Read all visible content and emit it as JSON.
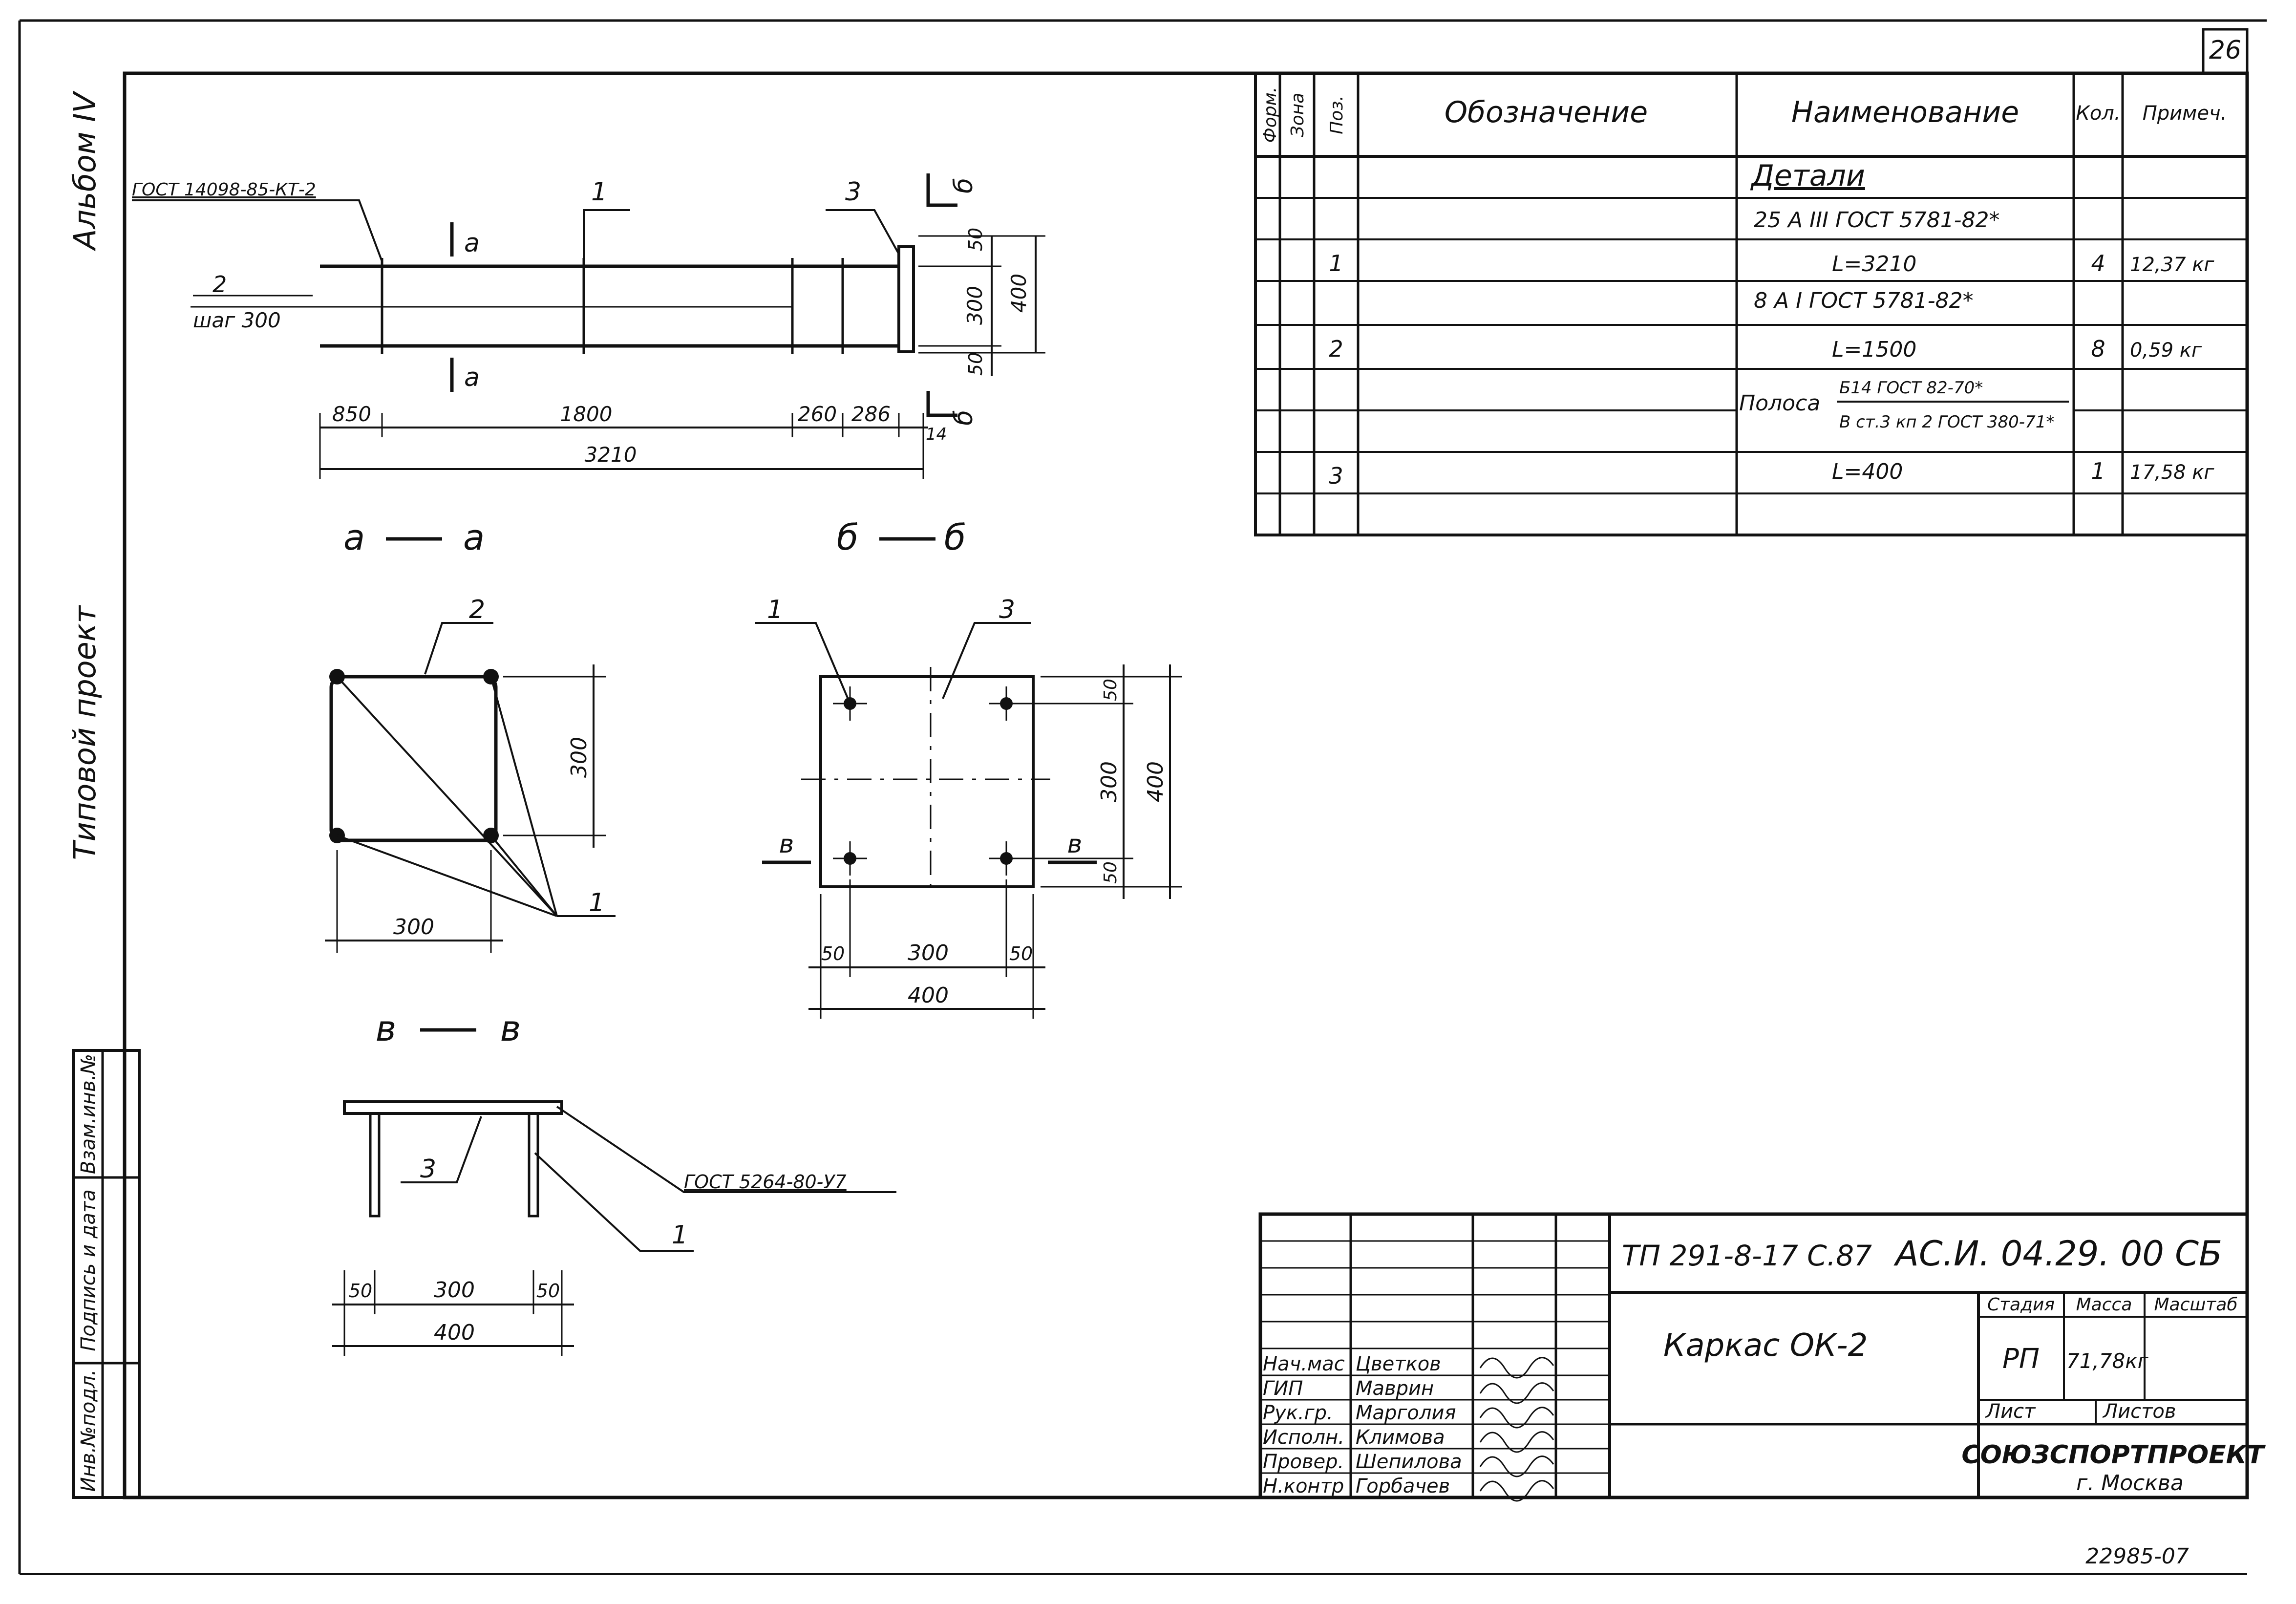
{
  "sheet": {
    "page_number": "26",
    "album": "Альбом IV",
    "project_type": "Типовой проект",
    "archive_number": "22985-07"
  },
  "side_stamp": {
    "cells": [
      "Взам.инв.№",
      "Подпись и дата",
      "Инв.№подл."
    ]
  },
  "spec_table": {
    "headers": {
      "format": "Форм.",
      "zone": "Зона",
      "pos": "Поз.",
      "designation": "Обозначение",
      "name": "Наименование",
      "qty": "Кол.",
      "note": "Примеч."
    },
    "rows": [
      {
        "pos": "",
        "name": "Детали",
        "qty": "",
        "note": ""
      },
      {
        "pos": "",
        "name": "25 А III ГОСТ 5781-82*",
        "qty": "",
        "note": ""
      },
      {
        "pos": "1",
        "name": "L=3210",
        "qty": "4",
        "note": "12,37 кг"
      },
      {
        "pos": "",
        "name": "8 А I ГОСТ 5781-82*",
        "qty": "",
        "note": ""
      },
      {
        "pos": "2",
        "name": "L=1500",
        "qty": "8",
        "note": "0,59 кг"
      },
      {
        "pos": "",
        "name": "Полоса",
        "qty": "",
        "note": ""
      },
      {
        "pos": "",
        "name": "",
        "qty": "",
        "note": ""
      },
      {
        "pos": "3",
        "name": "L=400",
        "qty": "1",
        "note": "17,58 кг"
      },
      {
        "pos": "",
        "name": "",
        "qty": "",
        "note": ""
      }
    ],
    "strip_spec": {
      "numerator": "Б14 ГОСТ 82-70*",
      "denominator": "В ст.3 кп 2 ГОСТ 380-71*"
    }
  },
  "views": {
    "main": {
      "weld_note": "ГОСТ 14098-85-КТ-2",
      "pos2_label": "2",
      "pitch": "шаг 300",
      "callout_1": "1",
      "callout_3": "3",
      "section_a": "а",
      "section_b": "б",
      "dim_850": "850",
      "dim_1800": "1800",
      "dim_260": "260",
      "dim_286": "286",
      "dim_14": "14",
      "dim_3210": "3210",
      "dim_50_top": "50",
      "dim_300": "300",
      "dim_400": "400",
      "dim_50_bot": "50"
    },
    "aa": {
      "title_left": "а",
      "title_right": "а",
      "label_2": "2",
      "label_1": "1",
      "dim_300_h": "300",
      "dim_300_v": "300"
    },
    "bb": {
      "title_left": "б",
      "title_right": "б",
      "label_1": "1",
      "label_3": "3",
      "section_v_left": "в",
      "section_v_right": "в",
      "dim_50a": "50",
      "dim_300": "300",
      "dim_50b": "50",
      "dim_400": "400",
      "dim_v50a": "50",
      "dim_v300": "300",
      "dim_v50b": "50",
      "dim_v400": "400"
    },
    "vv": {
      "title_left": "в",
      "title_right": "в",
      "label_3": "3",
      "label_1": "1",
      "weld_note": "ГОСТ 5264-80-У7",
      "dim_50a": "50",
      "dim_300": "300",
      "dim_50b": "50",
      "dim_400": "400"
    }
  },
  "title_block": {
    "code_left": "ТП 291-8-17 С.87",
    "code_right": "АС.И. 04.29. 00 СБ",
    "object_name": "Каркас ОК-2",
    "stage_label": "Стадия",
    "mass_label": "Масса",
    "scale_label": "Масштаб",
    "stage": "РП",
    "mass": "71,78кг",
    "sheet_label": "Лист",
    "sheets_label": "Листов",
    "organization": "СОЮЗСПОРТПРОЕКТ",
    "city": "г. Москва",
    "signatures": [
      {
        "role": "Нач.мас",
        "name": "Цветков"
      },
      {
        "role": "ГИП",
        "name": "Маврин"
      },
      {
        "role": "Рук.гр.",
        "name": "Марголия"
      },
      {
        "role": "Исполн.",
        "name": "Климова"
      },
      {
        "role": "Провер.",
        "name": "Шепилова"
      },
      {
        "role": "Н.контр",
        "name": "Горбачев"
      }
    ]
  }
}
